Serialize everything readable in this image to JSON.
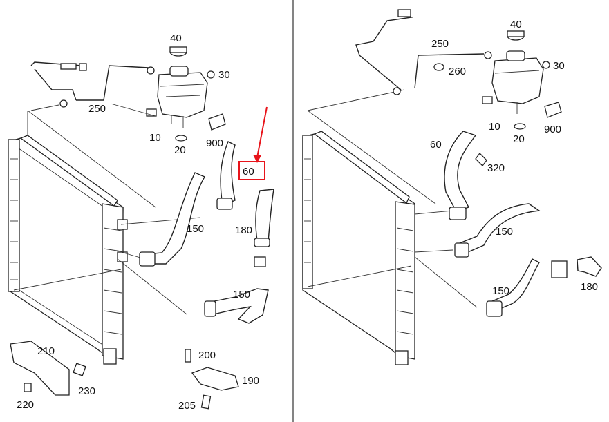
{
  "diagram": {
    "left_panel": {
      "labels": {
        "p40": "40",
        "p30": "30",
        "p250": "250",
        "p10": "10",
        "p20": "20",
        "p900": "900",
        "p60": "60",
        "p150a": "150",
        "p180": "180",
        "p150b": "150",
        "p200": "200",
        "p210": "210",
        "p230": "230",
        "p220": "220",
        "p190": "190",
        "p205": "205"
      },
      "highlight": {
        "label": "60",
        "color": "#e8141b"
      }
    },
    "right_panel": {
      "labels": {
        "p40": "40",
        "p250": "250",
        "p260": "260",
        "p30": "30",
        "p10": "10",
        "p20": "20",
        "p900": "900",
        "p60": "60",
        "p320": "320",
        "p150a": "150",
        "p150b": "150",
        "p180": "180"
      }
    }
  }
}
